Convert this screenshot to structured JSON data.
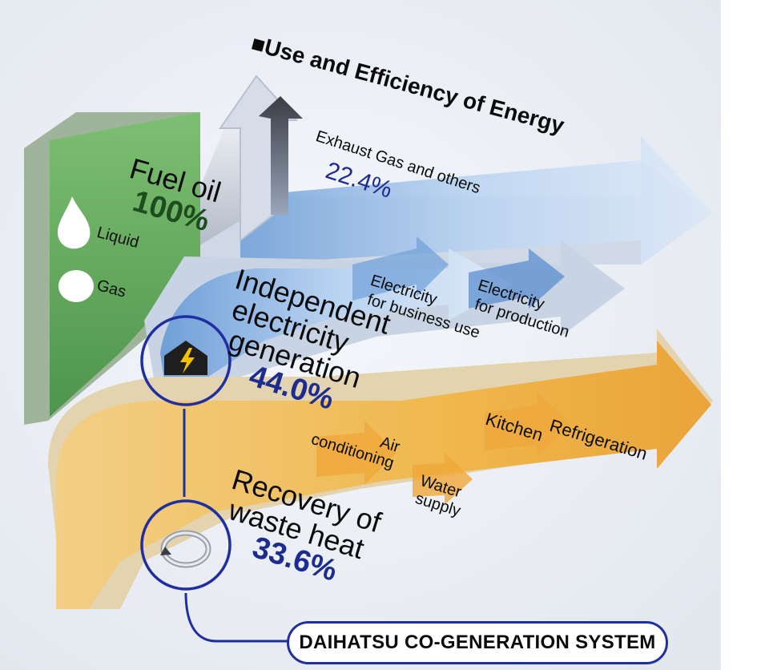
{
  "title": "■Use and Efficiency of Energy",
  "fuel": {
    "label": "Fuel oil",
    "percent": "100%",
    "liquid": "Liquid",
    "gas": "Gas"
  },
  "exhaust": {
    "label": "Exhaust Gas and others",
    "percent": "22.4%"
  },
  "electricity": {
    "label_line1": "Independent",
    "label_line2": "electricity",
    "label_line3": "generation",
    "percent": "44.0%",
    "use1_line1": "Electricity",
    "use1_line2": "for business use",
    "use2_line1": "Electricity",
    "use2_line2": "for production"
  },
  "heat": {
    "label_line1": "Recovery of",
    "label_line2": "waste heat",
    "percent": "33.6%",
    "use1_line1": "Air",
    "use1_line2": "conditioning",
    "use2_line1": "Water",
    "use2_line2": "supply",
    "use3": "Kitchen",
    "use4": "Refrigeration"
  },
  "system_name": "DAIHATSU CO-GENERATION SYSTEM",
  "icons": {
    "liquid": "drop-icon",
    "gas": "circle-icon",
    "electricity": "lightning-house-icon",
    "heat": "cycle-arrow-icon"
  },
  "colors": {
    "fuel": "#5fa45a",
    "electricity": "#8fb7e6",
    "heat": "#efc167",
    "exhaust": "#8a9ab5",
    "outline": "#1f2fa0"
  }
}
